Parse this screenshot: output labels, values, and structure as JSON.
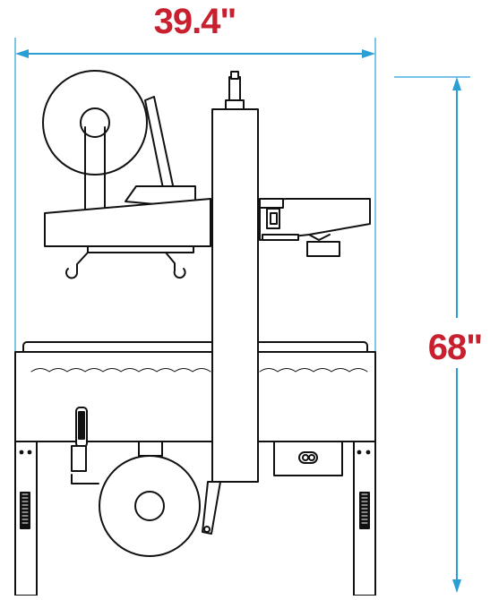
{
  "dimensions": {
    "width_label": "39.4\"",
    "height_label": "68\""
  },
  "colors": {
    "dimension_text": "#c8202f",
    "dimension_lines": "#2a9fd6",
    "line_art": "#111111",
    "background": "#ffffff"
  },
  "icons": {
    "arrowheads": "triangle-arrow",
    "machine": "case-sealer-line-drawing"
  }
}
